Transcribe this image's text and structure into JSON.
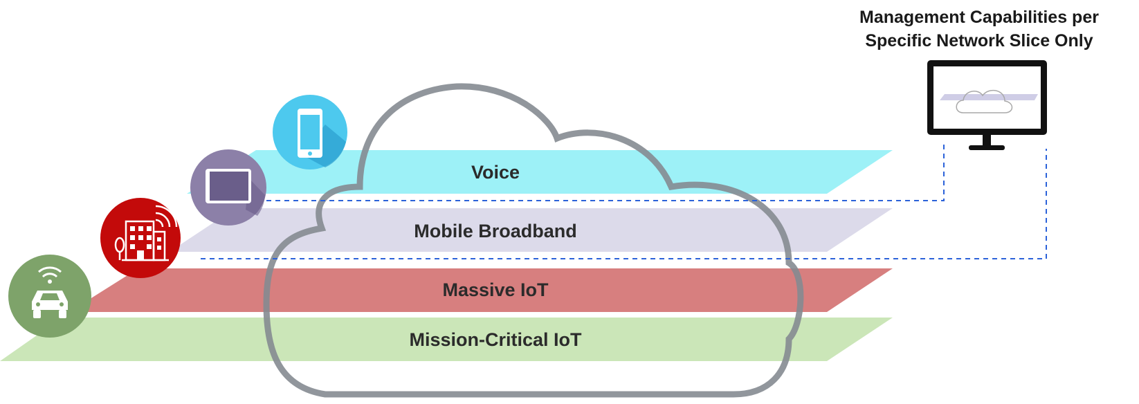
{
  "management": {
    "title_line1": "Management Capabilities per",
    "title_line2": "Specific Network Slice Only"
  },
  "slices": [
    {
      "label": "Voice",
      "color": "#9df1f7"
    },
    {
      "label": "Mobile Broadband",
      "color": "#dcdaea"
    },
    {
      "label": "Massive IoT",
      "color": "#d77f7f"
    },
    {
      "label": "Mission-Critical IoT",
      "color": "#cbe6b8"
    }
  ],
  "icons": [
    {
      "name": "smartphone-icon",
      "color": "#4dc9ee"
    },
    {
      "name": "tablet-icon",
      "color": "#8c80a8"
    },
    {
      "name": "smart-building-icon",
      "color": "#c30a0a"
    },
    {
      "name": "connected-car-icon",
      "color": "#7ea36a"
    }
  ],
  "colors": {
    "cloud_outline": "#858b91",
    "dashed_connector": "#2b62d9",
    "monitor_frame": "#111111"
  }
}
